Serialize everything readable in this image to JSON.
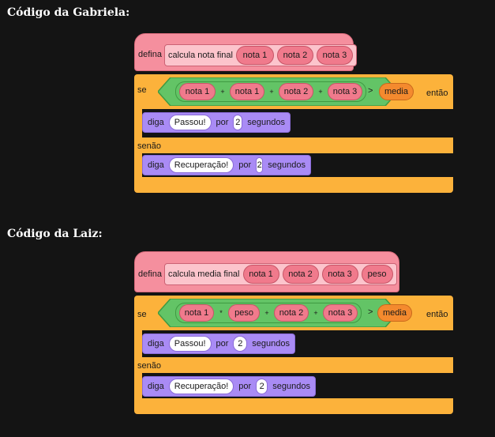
{
  "sections": [
    {
      "title": "Código da Gabriela:",
      "define_label": "defina",
      "block_name": "calcula nota final",
      "params": [
        "nota 1",
        "nota 2",
        "nota 3"
      ],
      "if_label": "se",
      "sum_terms": [
        "nota 1",
        "nota 1",
        "nota 2",
        "nota 3"
      ],
      "operators": [
        "+",
        "+",
        "+"
      ],
      "compare_op": ">",
      "compare_var": "media",
      "then_label": "então",
      "say1": {
        "verb": "diga",
        "message": "Passou!",
        "by": "por",
        "seconds": "2",
        "unit": "segundos"
      },
      "else_label": "senão",
      "say2": {
        "verb": "diga",
        "message": "Recuperação!",
        "by": "por",
        "seconds": "2",
        "unit": "segundos"
      }
    },
    {
      "title": "Código da Laiz:",
      "define_label": "defina",
      "block_name": "calcula media final",
      "params": [
        "nota 1",
        "nota 2",
        "nota 3",
        "peso"
      ],
      "if_label": "se",
      "sum_terms": [
        "nota 1",
        "peso",
        "nota 2",
        "nota 3"
      ],
      "operators": [
        "*",
        "+",
        "+"
      ],
      "compare_op": ">",
      "compare_var": "media",
      "then_label": "então",
      "say1": {
        "verb": "diga",
        "message": "Passou!",
        "by": "por",
        "seconds": "2",
        "unit": "segundos"
      },
      "else_label": "senão",
      "say2": {
        "verb": "diga",
        "message": "Recuperação!",
        "by": "por",
        "seconds": "2",
        "unit": "segundos"
      }
    }
  ],
  "colors": {
    "define_block": "#f58f9e",
    "param_pill": "#f07a8c",
    "control_block": "#fcb23b",
    "operator_block": "#63c466",
    "variable_pill": "#f48a2e",
    "looks_block": "#a98bf5",
    "background": "#141414"
  }
}
